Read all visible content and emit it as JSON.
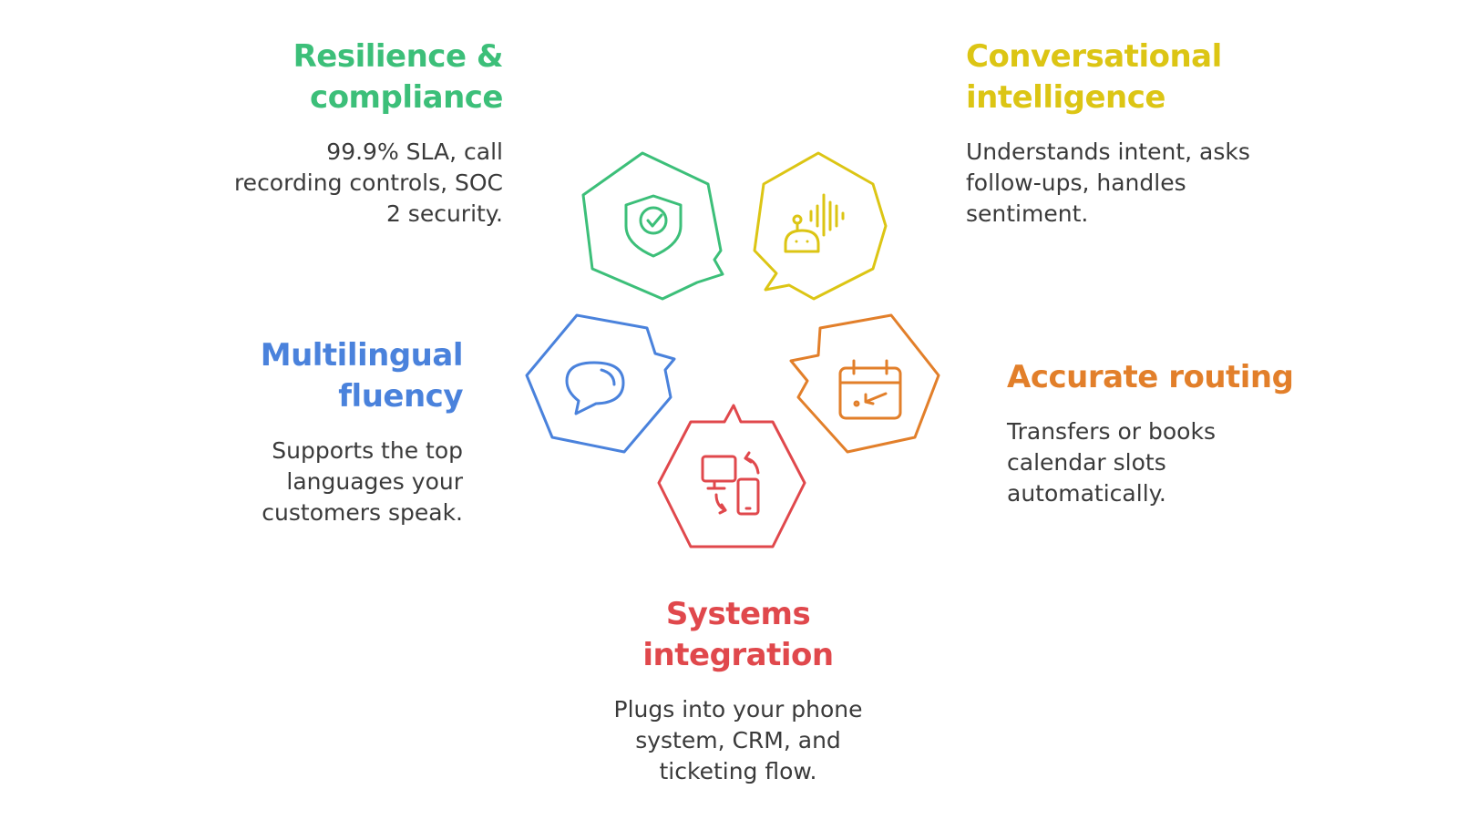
{
  "segments": [
    {
      "id": "resilience",
      "title_lines": [
        "Resilience &",
        "compliance"
      ],
      "desc_lines": [
        "99.9% SLA, call",
        "recording controls, SOC",
        "2 security."
      ],
      "color": "#3cbf79",
      "icon": "shield-check-icon"
    },
    {
      "id": "conversational",
      "title_lines": [
        "Conversational",
        "intelligence"
      ],
      "desc_lines": [
        "Understands intent, asks",
        "follow-ups, handles",
        "sentiment."
      ],
      "color": "#dcc514",
      "icon": "robot-soundwave-icon"
    },
    {
      "id": "multilingual",
      "title_lines": [
        "Multilingual",
        "fluency"
      ],
      "desc_lines": [
        "Supports the top",
        "languages your",
        "customers speak."
      ],
      "color": "#4a82dc",
      "icon": "speech-bubble-icon"
    },
    {
      "id": "routing",
      "title_lines": [
        "Accurate routing"
      ],
      "desc_lines": [
        "Transfers or books",
        "calendar slots",
        "automatically."
      ],
      "color": "#e27f2a",
      "icon": "calendar-arrow-icon"
    },
    {
      "id": "systems",
      "title_lines": [
        "Systems",
        "integration"
      ],
      "desc_lines": [
        "Plugs into your phone",
        "system, CRM, and",
        "ticketing flow."
      ],
      "color": "#e0484c",
      "icon": "device-sync-icon"
    }
  ]
}
